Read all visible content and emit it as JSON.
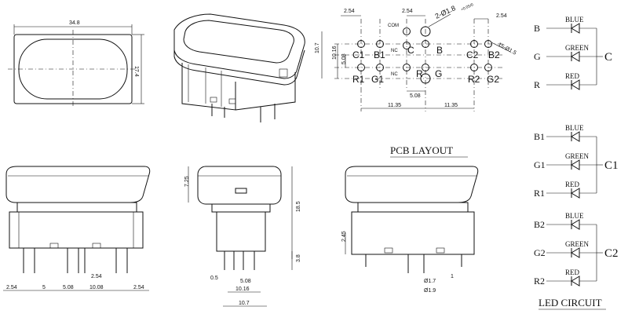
{
  "top_view": {
    "width_dim": "34.8",
    "height_dim": "17.4"
  },
  "pcb": {
    "title": "PCB LAYOUT",
    "dims": {
      "pitch_left": "2.54",
      "pitch_mid": "2.54",
      "pitch_right": "2.54",
      "hole_big": "2-Ø1.8",
      "hole_big_tol": "+0.05/0",
      "hole_small": "15-Ø1.5",
      "height_outer": "10.7",
      "height_mid": "10.16",
      "height_inner": "5.08",
      "center_gap": "5.08",
      "span_left": "11.35",
      "span_right": "11.35"
    },
    "pins": {
      "com": "COM",
      "nc_top": "NC",
      "nc_mid": "NC",
      "c1": "C1",
      "b1": "B1",
      "c": "C",
      "b": "B",
      "c2": "C2",
      "b2": "B2",
      "r1": "R1",
      "g1": "G1",
      "r": "R",
      "g": "G",
      "r2": "R2",
      "g2": "G2"
    }
  },
  "front_view": {
    "dims": [
      "2.54",
      "5",
      "5.08",
      "10.08",
      "2.54",
      "2.54"
    ]
  },
  "side_view": {
    "dims": {
      "cap_h": "7.25",
      "total_h": "18.5",
      "pin_h": "3.8",
      "pin_w": "0.5",
      "pin_pitch": "5.08",
      "span_inner": "10.16",
      "span_outer": "10.7"
    }
  },
  "rear_view": {
    "dims": {
      "h": "2.45",
      "pin_a": "Ø1.7",
      "pin_b": "Ø1.9",
      "pitch": "1"
    }
  },
  "led_circuit": {
    "title": "LED CIRCUIT",
    "groups": [
      {
        "leds": [
          "BLUE",
          "GREEN",
          "RED"
        ],
        "pins": [
          "B",
          "G",
          "R"
        ],
        "common": "C"
      },
      {
        "leds": [
          "BLUE",
          "GREEN",
          "RED"
        ],
        "pins": [
          "B1",
          "G1",
          "R1"
        ],
        "common": "C1"
      },
      {
        "leds": [
          "BLUE",
          "GREEN",
          "RED"
        ],
        "pins": [
          "B2",
          "G2",
          "R2"
        ],
        "common": "C2"
      }
    ]
  }
}
